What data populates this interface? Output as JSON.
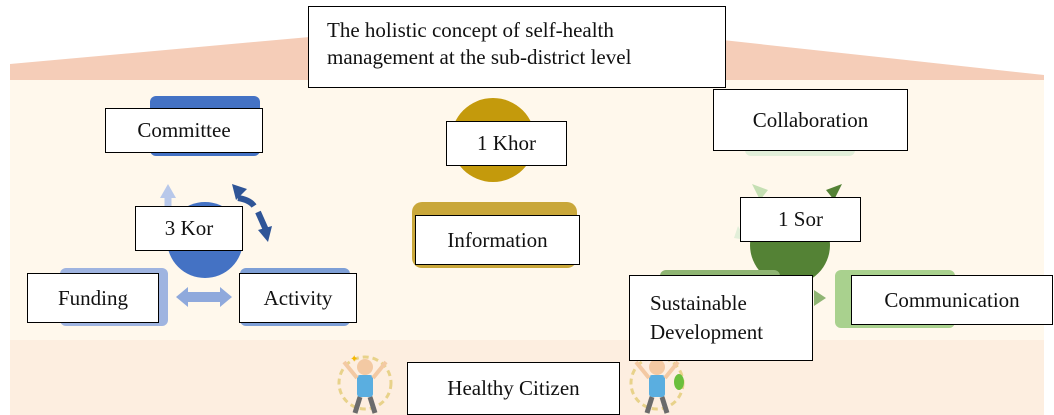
{
  "title": "The holistic concept of self-health management at the sub-district level",
  "labels": {
    "committee": "Committee",
    "kor": "3 Kor",
    "funding": "Funding",
    "activity": "Activity",
    "khor": "1 Khor",
    "information": "Information",
    "collaboration": "Collaboration",
    "sor": "1 Sor",
    "sustainable": "Sustainable Development",
    "communication": "Communication",
    "citizen": "Healthy Citizen"
  },
  "icons": [
    "person-arms-raised-icon",
    "person-arms-raised-icon"
  ],
  "colors": {
    "roof": "#f5cdb8",
    "wall": "#fff8ec",
    "floor": "#fdeee0",
    "blue": "#4472c4",
    "blue_light": "#9fb4e0",
    "gold": "#c49a0c",
    "green": "#548235",
    "green_light": "#a9d18e"
  }
}
